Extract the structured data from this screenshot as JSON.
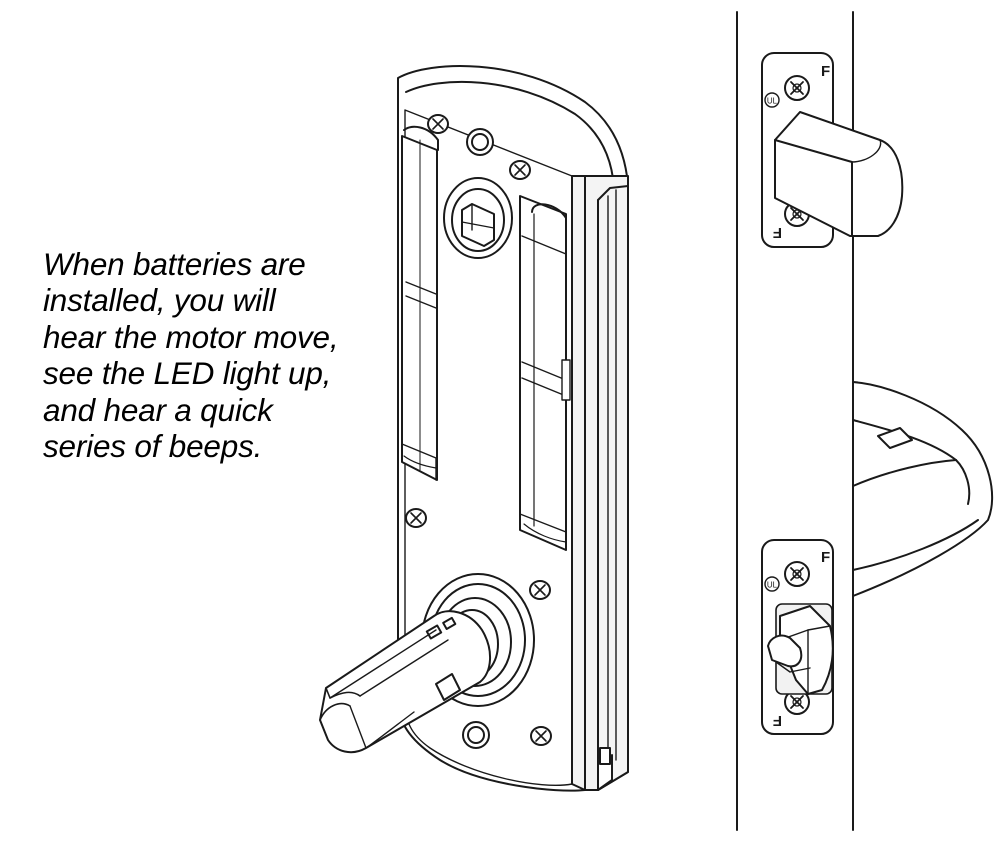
{
  "caption": {
    "lines": [
      "When batteries are",
      "installed, you will",
      "hear the motor move,",
      "see the LED light up,",
      "and hear a quick",
      "series of beeps."
    ]
  },
  "latch_plate_top": {
    "mark_f": "F",
    "mark_ul": "UL"
  },
  "latch_plate_bottom": {
    "mark_f": "F",
    "mark_ul": "UL"
  },
  "colors": {
    "line": "#1a1a1a",
    "fill": "#ffffff",
    "shade": "#e6e6e6",
    "text": "#000000"
  }
}
